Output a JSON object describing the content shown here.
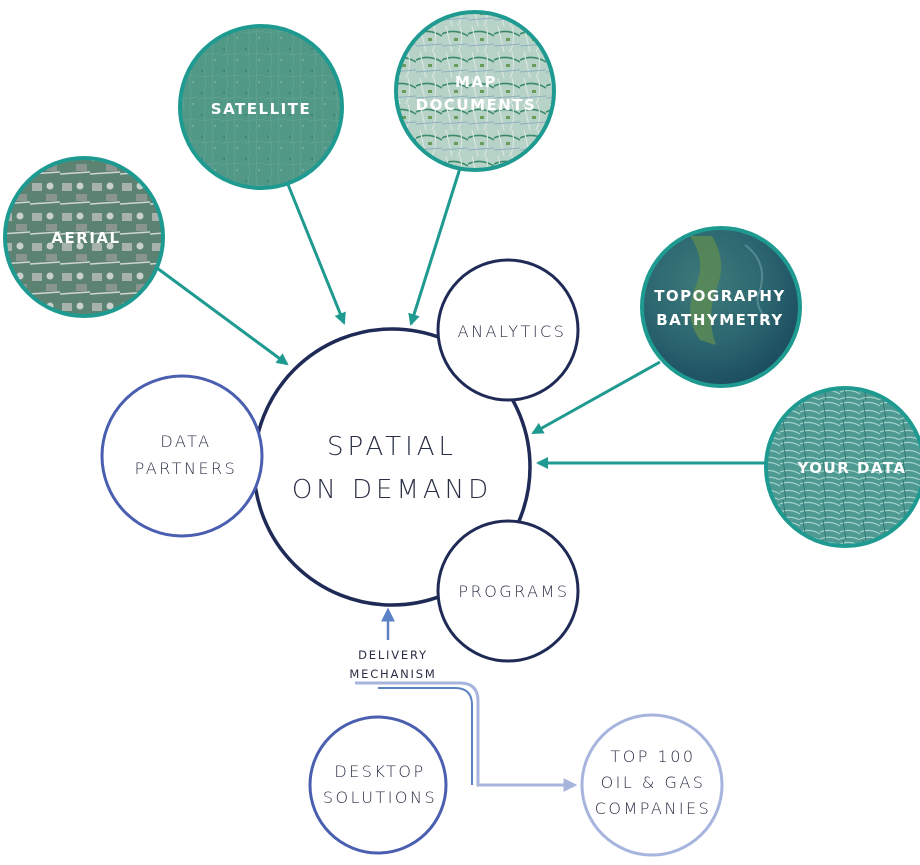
{
  "center": {
    "line1": "SPATIAL",
    "line2": "ON DEMAND"
  },
  "nodes": {
    "analytics": "ANALYTICS",
    "programs": "PROGRAMS",
    "data_partners_line1": "DATA",
    "data_partners_line2": "PARTNERS",
    "desktop_line1": "DESKTOP",
    "desktop_line2": "SOLUTIONS",
    "top100_line1": "TOP 100",
    "top100_line2": "OIL & GAS",
    "top100_line3": "COMPANIES"
  },
  "sources": {
    "satellite": "SATELLITE",
    "map_line1": "MAP",
    "map_line2": "DOCUMENTS",
    "aerial": "AERIAL",
    "topo_line1": "TOPOGRAPHY",
    "topo_line2": "BATHYMETRY",
    "your_data": "YOUR DATA"
  },
  "delivery": {
    "line1": "DELIVERY",
    "line2": "MECHANISM"
  },
  "colors": {
    "navy": "#1f2a56",
    "teal": "#1e9a90",
    "blue": "#4a5fb0",
    "light_blue": "#a7b4de",
    "delivery_arrow": "#5b82c4"
  }
}
